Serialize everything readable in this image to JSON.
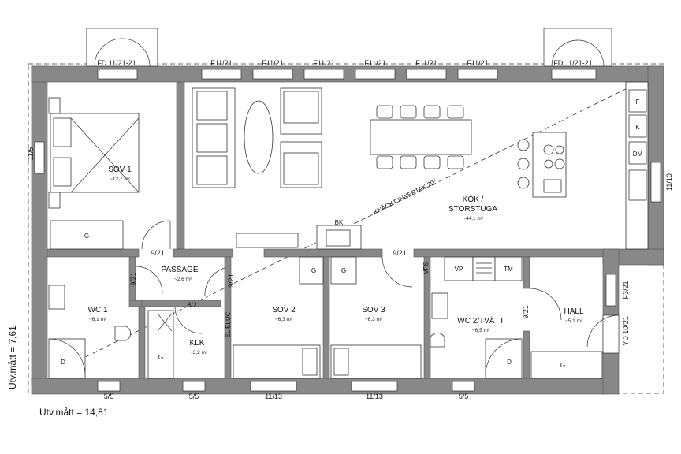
{
  "rooms": {
    "sov1": {
      "name": "SOV 1",
      "area": "~12,7 m²"
    },
    "kok": {
      "name1": "KÖK /",
      "name2": "STORSTUGA",
      "area": "~44,1 m²"
    },
    "passage": {
      "name": "PASSAGE",
      "area": "~2,6 m²"
    },
    "wc1": {
      "name": "WC 1",
      "area": "~6,1 m²"
    },
    "klk": {
      "name": "KLK",
      "area": "~3,2 m²"
    },
    "sov2": {
      "name": "SOV 2",
      "area": "~6,3 m²"
    },
    "sov3": {
      "name": "SOV 3",
      "area": "~6,3 m²"
    },
    "wc2": {
      "name": "WC 2/TVÄTT",
      "area": "~6,5 m²"
    },
    "hall": {
      "name": "HALL",
      "area": "~5,1 m²"
    }
  },
  "windows": {
    "fd_left": "FD 11/21-21",
    "fd_right": "FD 11/21-21",
    "f1": "F11/21",
    "f2": "F11/21",
    "f3": "F11/21",
    "f4": "F11/21",
    "f5": "F11/21",
    "f6": "F11/21",
    "left_side": "11/5",
    "right_side": "11/10",
    "bottom1": "5/5",
    "bottom2": "5/5",
    "bottom3": "11/13",
    "bottom4": "11/13",
    "bottom5": "5/5",
    "hall_f3": "F3/21",
    "hall_yd": "YD 10/21"
  },
  "doors": {
    "d_sov1": "9/21",
    "d_passage_wc1": "9/21",
    "d_passage_sov2": "9/21",
    "d_klk": "8/21",
    "d_kok": "9/21",
    "d_wc2": "9/21"
  },
  "fixtures": {
    "g": "G",
    "d": "D",
    "bk": "BK",
    "vp": "VP",
    "tm": "TM",
    "f": "F",
    "k": "K",
    "dm": "DM",
    "vfs": "VFS",
    "el_eluc": "EL ELUC"
  },
  "annotations": {
    "ceiling": "KNÄCKT INNERTAK 20°",
    "utv_width": "Utv.mått = 14,81",
    "utv_height": "Utv.mått = 7,61"
  }
}
